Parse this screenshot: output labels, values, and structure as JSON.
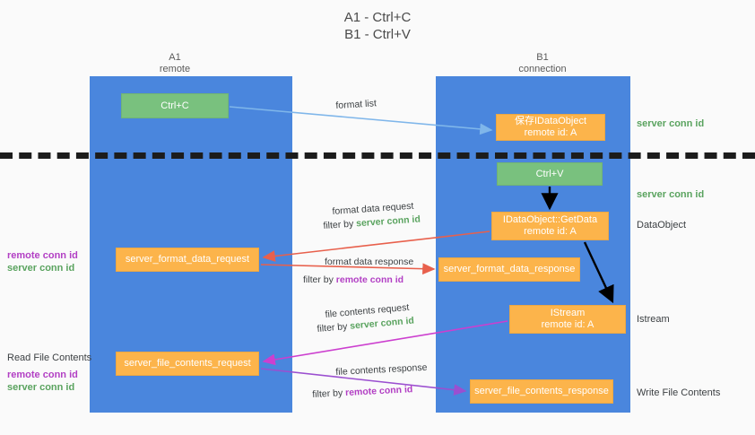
{
  "title": {
    "line1": "A1 - Ctrl+C",
    "line2": "B1 - Ctrl+V"
  },
  "columns": {
    "a1": {
      "name": "A1",
      "role": "remote"
    },
    "b1": {
      "name": "B1",
      "role": "connection"
    }
  },
  "nodes": {
    "ctrl_c": {
      "label": "Ctrl+C",
      "color": "#79c17e"
    },
    "save_idataobject": {
      "line1": "保存IDataObject",
      "line2": "remote id: A",
      "color": "#fcb44b"
    },
    "ctrl_v": {
      "label": "Ctrl+V",
      "color": "#79c17e"
    },
    "getdata": {
      "line1": "IDataObject::GetData",
      "line2": "remote id: A",
      "color": "#fcb44b"
    },
    "server_format_data_request": {
      "label": "server_format_data_request",
      "color": "#fcb44b"
    },
    "server_format_data_response": {
      "label": "server_format_data_response",
      "color": "#fcb44b"
    },
    "istream": {
      "line1": "IStream",
      "line2": "remote id: A",
      "color": "#fcb44b"
    },
    "server_file_contents_request": {
      "label": "server_file_contents_request",
      "color": "#fcb44b"
    },
    "server_file_contents_response": {
      "label": "server_file_contents_response",
      "color": "#fcb44b"
    }
  },
  "edges": {
    "format_list": {
      "label": "format list"
    },
    "format_data_request": {
      "label": "format data request",
      "filter_prefix": "filter by ",
      "filter_value": "server conn id"
    },
    "format_data_response": {
      "label": "format data response",
      "filter_prefix": "filter by ",
      "filter_value": "remote conn id"
    },
    "file_contents_request": {
      "label": "file contents request",
      "filter_prefix": "filter by ",
      "filter_value": "server conn id"
    },
    "file_contents_response": {
      "label": "file contents response",
      "filter_prefix": "filter by ",
      "filter_value": "remote conn id"
    }
  },
  "right_notes": {
    "server_conn_id_top": "server conn id",
    "server_conn_id_mid": "server conn id",
    "dataobject": "DataObject",
    "istream": "Istream",
    "write_file_contents": "Write File Contents"
  },
  "left_notes": {
    "remote_conn_id_1": "remote conn id",
    "server_conn_id_1": "server conn id",
    "read_file_contents": "Read File Contents",
    "remote_conn_id_2": "remote conn id",
    "server_conn_id_2": "server conn id"
  },
  "colors": {
    "lane": "#4a86dd",
    "green_node": "#79c17e",
    "orange_node": "#fcb44b",
    "green_text": "#5aa35f",
    "purple_text": "#b23fc4",
    "red_arrow": "#e8604c",
    "magenta_arrow": "#cc3fcf",
    "purple_arrow": "#9b4fd0",
    "light_blue_arrow": "#7fb6ea",
    "black_arrow": "#000000",
    "background": "#fafafa"
  }
}
